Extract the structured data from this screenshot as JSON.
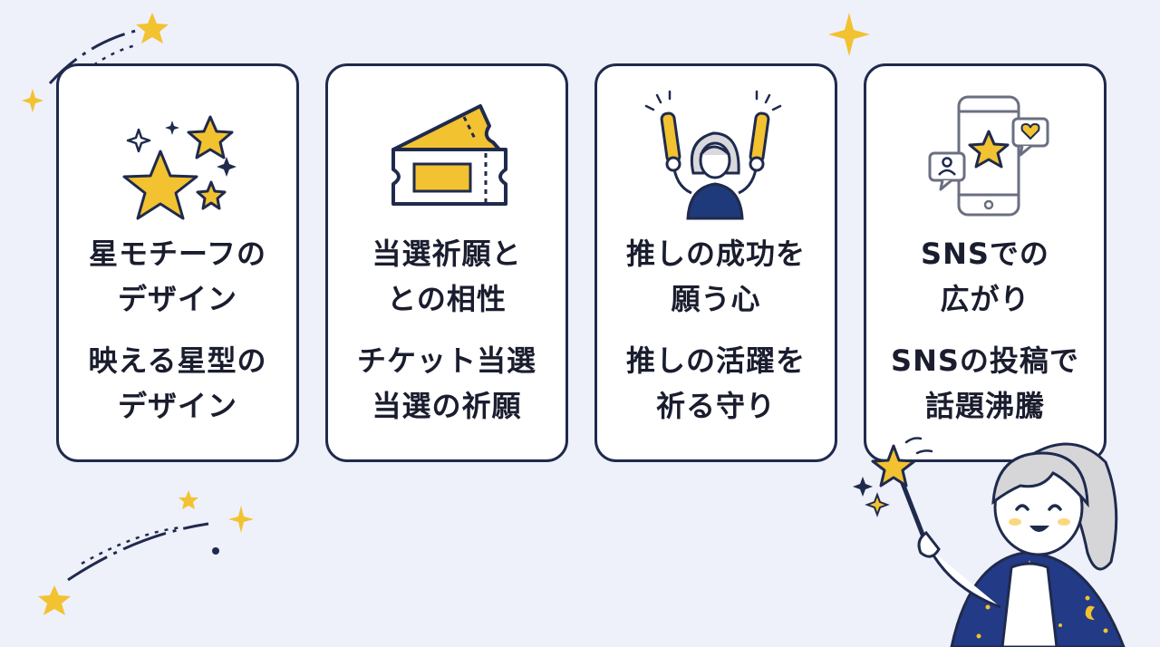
{
  "colors": {
    "accent": "#f2c230",
    "navy": "#1f2a4d",
    "background": "#eef0fa"
  },
  "cards": [
    {
      "icon": "stars-icon",
      "title": "星モチーフの\nデザイン",
      "desc": "映える星型の\nデザイン"
    },
    {
      "icon": "ticket-icon",
      "title": "当選祈願と\nとの相性",
      "desc": "チケット当選\n当選の祈願"
    },
    {
      "icon": "fan-with-glowsticks-icon",
      "title": "推しの成功を\n願う心",
      "desc": "推しの活躍を\n祈る守り"
    },
    {
      "icon": "smartphone-sns-icon",
      "title": "SNSでの\n広がり",
      "desc": "SNSの投稿で\n話題沸騰"
    }
  ]
}
